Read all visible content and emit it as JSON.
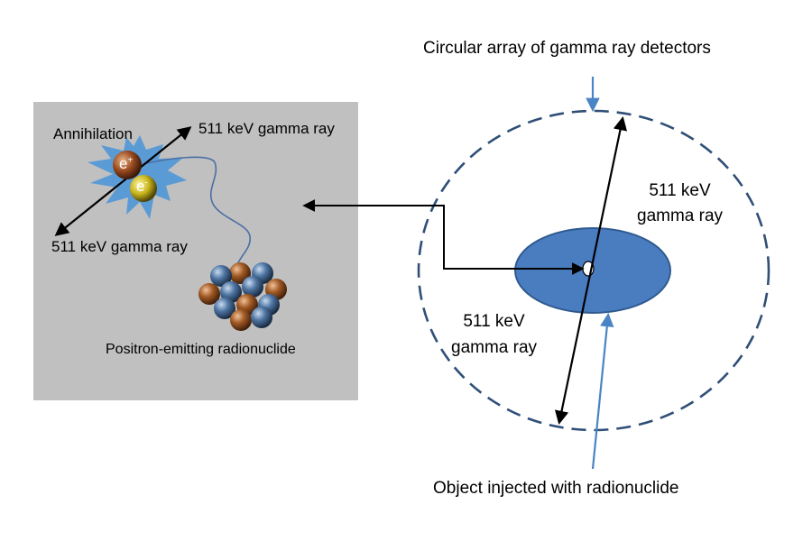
{
  "labels": {
    "detector_array": "Circular array of gamma ray detectors",
    "object": "Object injected with radionuclide",
    "gamma_right_line1": "511 keV",
    "gamma_right_line2": "gamma ray",
    "gamma_left_line1": "511 keV",
    "gamma_left_line2": "gamma ray",
    "annihilation": "Annihilation",
    "gamma_inset_top": "511 keV gamma ray",
    "gamma_inset_bottom": "511 keV gamma ray",
    "radionuclide": "Positron-emitting radionuclide",
    "positron_symbol": "e",
    "positron_charge": "+",
    "electron_symbol": "e",
    "electron_charge": "-"
  },
  "colors": {
    "inset_background": "#c0c0c0",
    "detector_ring": "#2f4f77",
    "object_fill": "#4a7cc0",
    "pointer_arrow": "#4a84c4",
    "flash": "#5b9bd5",
    "positron": "#9a4b1f",
    "electron": "#c9b51c",
    "nucleus_blue": "#33557a",
    "nucleus_orange": "#a35b26"
  }
}
